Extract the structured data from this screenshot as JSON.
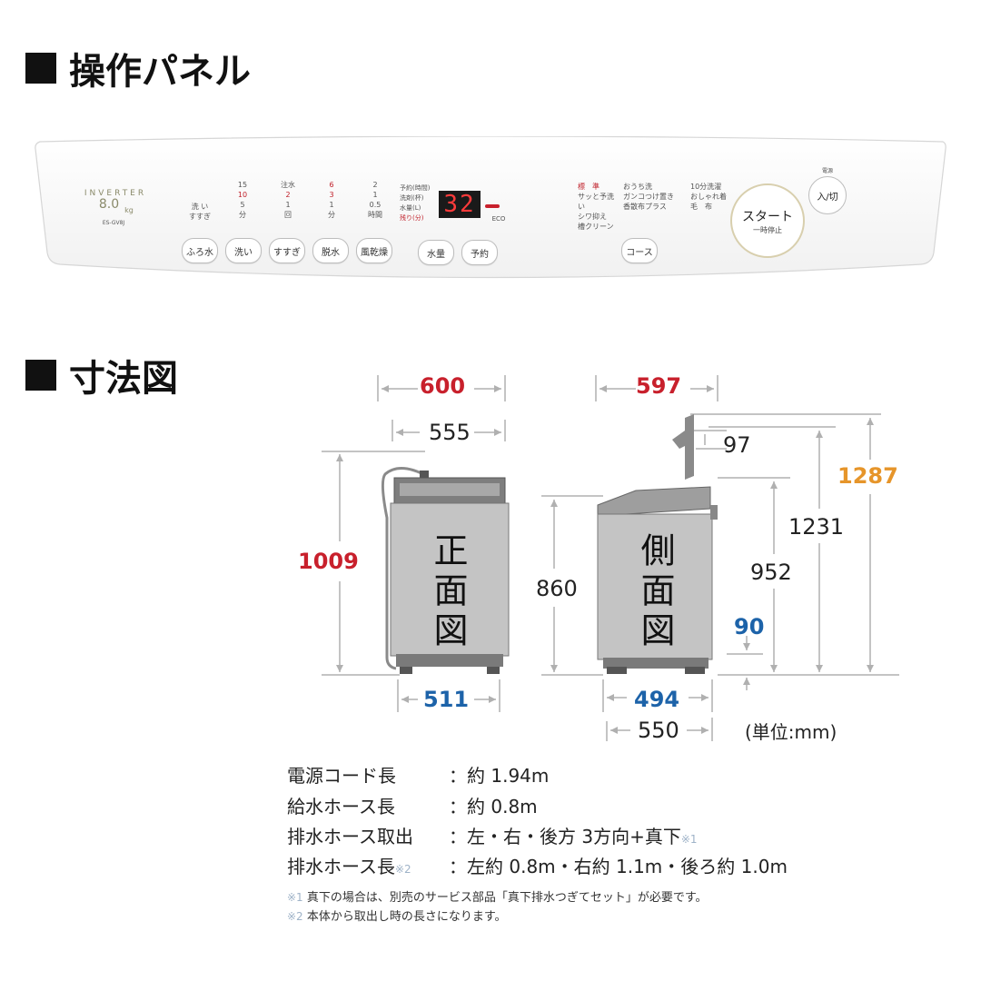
{
  "headings": {
    "panel": "操作パネル",
    "dimensions": "寸法図"
  },
  "panel": {
    "inverter": "INVERTER",
    "capacity": "8.0",
    "capacity_unit": "kg",
    "model": "ES-GV8J",
    "col_wash": [
      "洗 い",
      "すすぎ"
    ],
    "col1": [
      "15",
      "10",
      "5",
      "分"
    ],
    "col2": [
      "注水",
      "2",
      "1",
      "回"
    ],
    "col3": [
      "6",
      "3",
      "1",
      "分"
    ],
    "col4": [
      "2",
      "1",
      "0.5",
      "時間"
    ],
    "status": [
      "予約(時間)",
      "洗剤(杯)",
      "水量(L)",
      "残り(分)"
    ],
    "display": "32",
    "eco": "ECO",
    "courses1": [
      "標　準",
      "サッと予洗い",
      "シワ抑え",
      "槽クリーン"
    ],
    "courses2": [
      "おうち洗",
      "ガンコつけ置き",
      "香散布プラス"
    ],
    "courses3": [
      "10分洗濯",
      "おしゃれ着",
      "毛　布"
    ],
    "buttons": {
      "furo": "ふろ水",
      "wash": "洗い",
      "rinse": "すすぎ",
      "spin": "脱水",
      "airdry": "風乾燥",
      "water": "水量",
      "timer": "予約",
      "course": "コース"
    },
    "start": "スタート",
    "pause": "一時停止",
    "power_label": "電源",
    "power": "入/切"
  },
  "dims": {
    "front": {
      "width_total": "600",
      "width_body": "555",
      "height": "1009",
      "base": "511",
      "label": "正面図"
    },
    "side": {
      "depth_total": "597",
      "lid": "97",
      "height_total": "1287",
      "lid_open": "1231",
      "top": "952",
      "body": "860",
      "leg": "90",
      "base": "494",
      "depth": "550",
      "label": "側面図"
    },
    "unit": "(単位:mm)"
  },
  "specs": [
    {
      "label": "電源コード長",
      "note": "",
      "value": "：約 1.94m",
      "sup": ""
    },
    {
      "label": "給水ホース長",
      "note": "",
      "value": "：約 0.8m",
      "sup": ""
    },
    {
      "label": "排水ホース取出",
      "note": "",
      "value": "：左・右・後方 3方向+真下",
      "sup": "※1"
    },
    {
      "label": "排水ホース長",
      "note": "※2",
      "value": "：左約 0.8m・右約 1.1m・後ろ約 1.0m",
      "sup": ""
    }
  ],
  "footnotes": [
    {
      "mark": "※1",
      "text": "真下の場合は、別売のサービス部品「真下排水つぎてセット」が必要です。"
    },
    {
      "mark": "※2",
      "text": "本体から取出し時の長さになります。"
    }
  ],
  "colors": {
    "red": "#c8202c",
    "blue": "#1d63a9",
    "orange": "#e6952a"
  }
}
